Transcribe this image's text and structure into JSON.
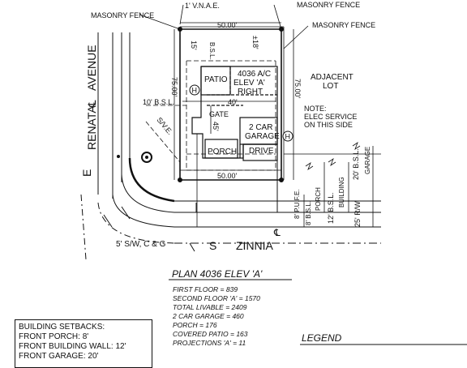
{
  "labels": {
    "vnae": "1' V.N.A.E.",
    "masonry_fence_left": "MASONRY FENCE",
    "masonry_fence_right_top": "MASONRY FENCE",
    "masonry_fence_right": "MASONRY FENCE",
    "dim_top": "50.00'",
    "dim_bottom": "50.00'",
    "dim_left": "75.00'",
    "dim_right": "75.00'",
    "rear_bsl_dim": "15'",
    "rear_bsl": "B.S.L.",
    "rear_18": "±18'",
    "patio": "PATIO",
    "plan_name_1": "4036 A/C",
    "plan_name_2": "ELEV 'A'",
    "plan_name_3": "RIGHT",
    "bsl_10": "10' B.S.L.",
    "dim_40": "40'",
    "gate": "GATE",
    "dim_45": "45'",
    "sve": "S/V.E.",
    "garage_1": "2 CAR",
    "garage_2": "GARAGE",
    "porch": "PORCH",
    "drive": "DRIVE",
    "hose_bib": "H",
    "adjacent_lot_1": "ADJACENT",
    "adjacent_lot_2": "LOT",
    "note_1": "NOTE:",
    "note_2": "ELEC SERVICE",
    "note_3": "ON THIS SIDE",
    "bsl_20_1": "20' B.S.L.",
    "bsl_20_2": "GARAGE",
    "rw_25": "25' R/W",
    "bsl_12_1": "12' B.S.L.",
    "bsl_12_2": "BUILDING",
    "bsl_8_1": "8' B.S.L.",
    "bsl_8_2": "PORCH",
    "pufe": "8' P.U.F.E.",
    "street_e": "E",
    "street_renata": "RENATA",
    "street_avenue": "AVENUE",
    "street_s": "S",
    "street_zinnia": "ZINNIA",
    "sidewalk": "5' S/W, C & G",
    "centerline": "℄"
  },
  "plan": {
    "title": "PLAN 4036 ELEV 'A'",
    "rows": [
      "FIRST FLOOR = 839",
      "SECOND FLOOR 'A' = 1570",
      "TOTAL LIVABLE = 2409",
      "2 CAR GARAGE = 460",
      "PORCH = 176",
      "COVERED PATIO = 163",
      "PROJECTIONS 'A' = 11"
    ]
  },
  "legend": {
    "title": "LEGEND"
  },
  "setbacks": {
    "title": "BUILDING SETBACKS:",
    "rows": [
      "FRONT PORCH: 8'",
      "FRONT BUILDING WALL: 12'",
      "FRONT GARAGE: 20'"
    ]
  }
}
